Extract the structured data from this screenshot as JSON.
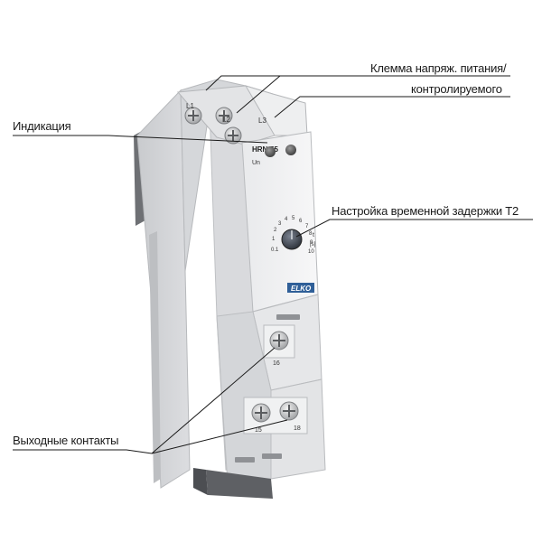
{
  "callouts": {
    "supply_terminal_line1": "Клемма напряж. питания/",
    "supply_terminal_line2": "контролируемого",
    "indication": "Индикация",
    "time_delay_setting": "Настройка временной задержки T2",
    "output_contacts": "Выходные контакты"
  },
  "device": {
    "model": "HRN-55",
    "led_label": "Un",
    "brand": "ELKO",
    "terminals_top": [
      "L1",
      "L2",
      "L3"
    ],
    "terminal_middle": "16",
    "terminals_bottom": [
      "15",
      "18"
    ],
    "dial_scale": [
      "0.1",
      "1",
      "2",
      "3",
      "4",
      "5",
      "6",
      "7",
      "8",
      "9",
      "10"
    ],
    "dial_unit": "t",
    "dial_unit_bracket": "[s]"
  }
}
